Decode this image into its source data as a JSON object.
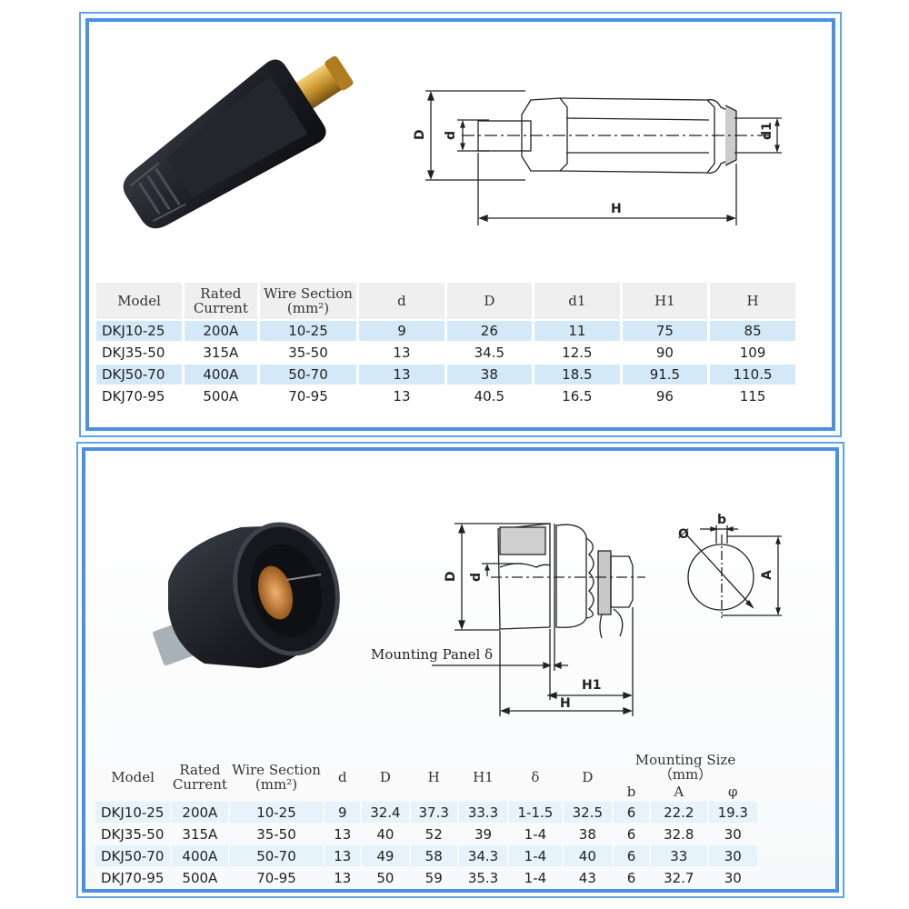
{
  "panel_top": {
    "product": "Male cable plug connector",
    "diagram_labels": {
      "D": "D",
      "d": "d",
      "d1": "d1",
      "H": "H"
    },
    "table": {
      "headers": [
        "Model",
        "Rated\nCurrent",
        "Wire Section\n(mm²)",
        "d",
        "D",
        "d1",
        "H1",
        "H"
      ],
      "header_parts": {
        "model": "Model",
        "rated_1": "Rated",
        "rated_2": "Current",
        "wire_1": "Wire Section",
        "wire_2": "(mm²)",
        "d": "d",
        "D": "D",
        "d1": "d1",
        "H1": "H1",
        "H": "H"
      },
      "rows": [
        [
          "DKJ10-25",
          "200A",
          "10-25",
          "9",
          "26",
          "11",
          "75",
          "85"
        ],
        [
          "DKJ35-50",
          "315A",
          "35-50",
          "13",
          "34.5",
          "12.5",
          "90",
          "109"
        ],
        [
          "DKJ50-70",
          "400A",
          "50-70",
          "13",
          "38",
          "18.5",
          "91.5",
          "110.5"
        ],
        [
          "DKJ70-95",
          "500A",
          "70-95",
          "13",
          "40.5",
          "16.5",
          "96",
          "115"
        ]
      ]
    }
  },
  "panel_bottom": {
    "product": "Female panel socket connector",
    "diagram_labels": {
      "D": "D",
      "d": "d",
      "H1": "H1",
      "H": "H",
      "mounting_panel": "Mounting Panel δ",
      "phi": "Ø",
      "b": "b",
      "A": "A"
    },
    "table": {
      "header_parts": {
        "model": "Model",
        "rated_1": "Rated",
        "rated_2": "Current",
        "wire_1": "Wire Section",
        "wire_2": "(mm²)",
        "d": "d",
        "D": "D",
        "H": "H",
        "H1": "H1",
        "delta": "δ",
        "D2": "D",
        "mounting": "Mounting Size（mm）",
        "b": "b",
        "A": "A",
        "phi": "φ"
      },
      "rows": [
        [
          "DKJ10-25",
          "200A",
          "10-25",
          "9",
          "32.4",
          "37.3",
          "33.3",
          "1-1.5",
          "32.5",
          "6",
          "22.2",
          "19.3"
        ],
        [
          "DKJ35-50",
          "315A",
          "35-50",
          "13",
          "40",
          "52",
          "39",
          "1-4",
          "38",
          "6",
          "32.8",
          "30"
        ],
        [
          "DKJ50-70",
          "400A",
          "50-70",
          "13",
          "49",
          "58",
          "34.3",
          "1-4",
          "40",
          "6",
          "33",
          "30"
        ],
        [
          "DKJ70-95",
          "500A",
          "70-95",
          "13",
          "50",
          "59",
          "35.3",
          "1-4",
          "43",
          "6",
          "32.7",
          "30"
        ]
      ]
    }
  },
  "colors": {
    "frame": "#4a90e2",
    "row_highlight_top": "#d4e9f7",
    "row_highlight_bottom": "#e6f3fa",
    "header_bg": "#efefef",
    "brass": "#c8952e",
    "rubber": "#1c1f24"
  }
}
